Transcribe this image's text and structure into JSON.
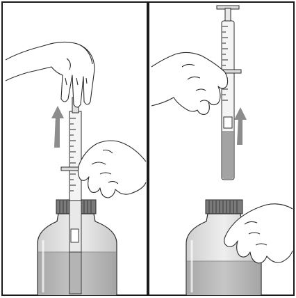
{
  "figure": {
    "panels": [
      {
        "id": "left",
        "step": "draw-liquid-from-bottle"
      },
      {
        "id": "right",
        "step": "syringe-removed-from-bottle"
      }
    ],
    "colors": {
      "frame": "#1a1a1a",
      "outline": "#2a2a2a",
      "glass": "#e6e6e6",
      "liquid": "#bdbdbd",
      "liquid_dark": "#a9a9a9",
      "arrow": "#8c8c8c",
      "skin": "#ffffff",
      "cap": "#6f6f6f"
    },
    "icons": [
      "hand-icon",
      "syringe-icon",
      "bottle-icon",
      "up-arrow-icon"
    ]
  }
}
